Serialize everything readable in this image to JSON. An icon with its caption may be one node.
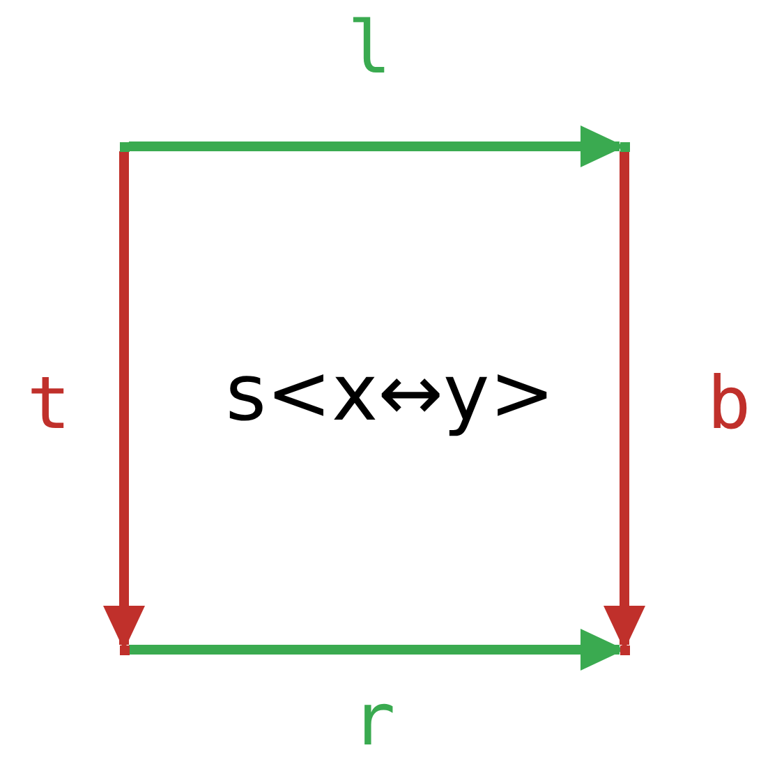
{
  "diagram": {
    "nodes": [
      {
        "text": [],
        "shape": "point"
      },
      {
        "text": [],
        "shape": "point"
      },
      {
        "text": [],
        "shape": "point"
      },
      {
        "text": [],
        "shape": "point"
      }
    ],
    "edges": [
      {
        "from": 0,
        "to": 1,
        "arrow": "to",
        "label": "l",
        "color": "#3aaa50"
      },
      {
        "from": 0,
        "to": 2,
        "arrow": "to",
        "label": "t",
        "color": "#c0302b"
      },
      {
        "from": 1,
        "to": 3,
        "arrow": "to",
        "label": "b",
        "color": "#c0302b"
      },
      {
        "from": 2,
        "to": 3,
        "arrow": "to",
        "label": "r",
        "color": "#3aaa50"
      }
    ],
    "labels": [
      "s<x↔y>"
    ]
  }
}
